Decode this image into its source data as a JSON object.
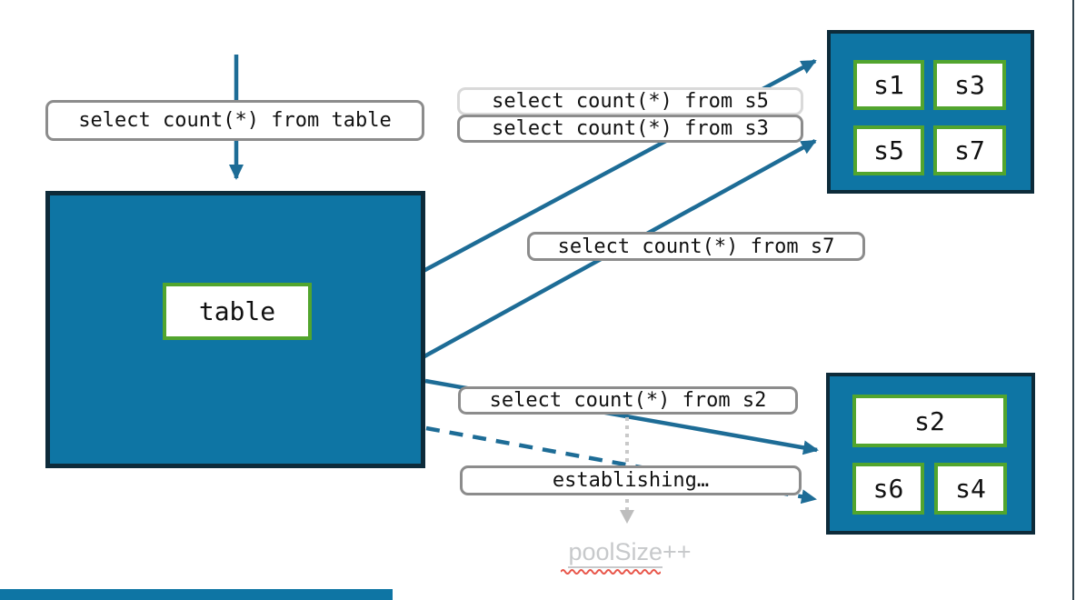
{
  "diagram": {
    "source_table": {
      "label": "table"
    },
    "queries": {
      "table": "select count(*) from table",
      "s5": "select count(*) from s5",
      "s3": "select count(*) from s3",
      "s7": "select count(*) from s7",
      "s2": "select count(*) from s2"
    },
    "status": {
      "establishing": "establishing…",
      "pool_size_word": "poolSize",
      "pool_size_suffix": "++"
    },
    "shard_groups": {
      "top": {
        "shards": [
          "s1",
          "s3",
          "s5",
          "s7"
        ]
      },
      "bottom": {
        "shards": [
          "s2",
          "s6",
          "s4"
        ]
      }
    },
    "colors": {
      "box_fill": "#0e75a4",
      "box_border": "#0d2b3a",
      "shard_border": "#52a52e",
      "arrow": "#1d6c96",
      "label_border": "#8c8c8c",
      "label_border_light": "#d9d9d9",
      "dotted_arrow": "#c9c9c9",
      "muted_text": "#c7c9cb",
      "spellcheck_red": "#e8564a"
    }
  }
}
